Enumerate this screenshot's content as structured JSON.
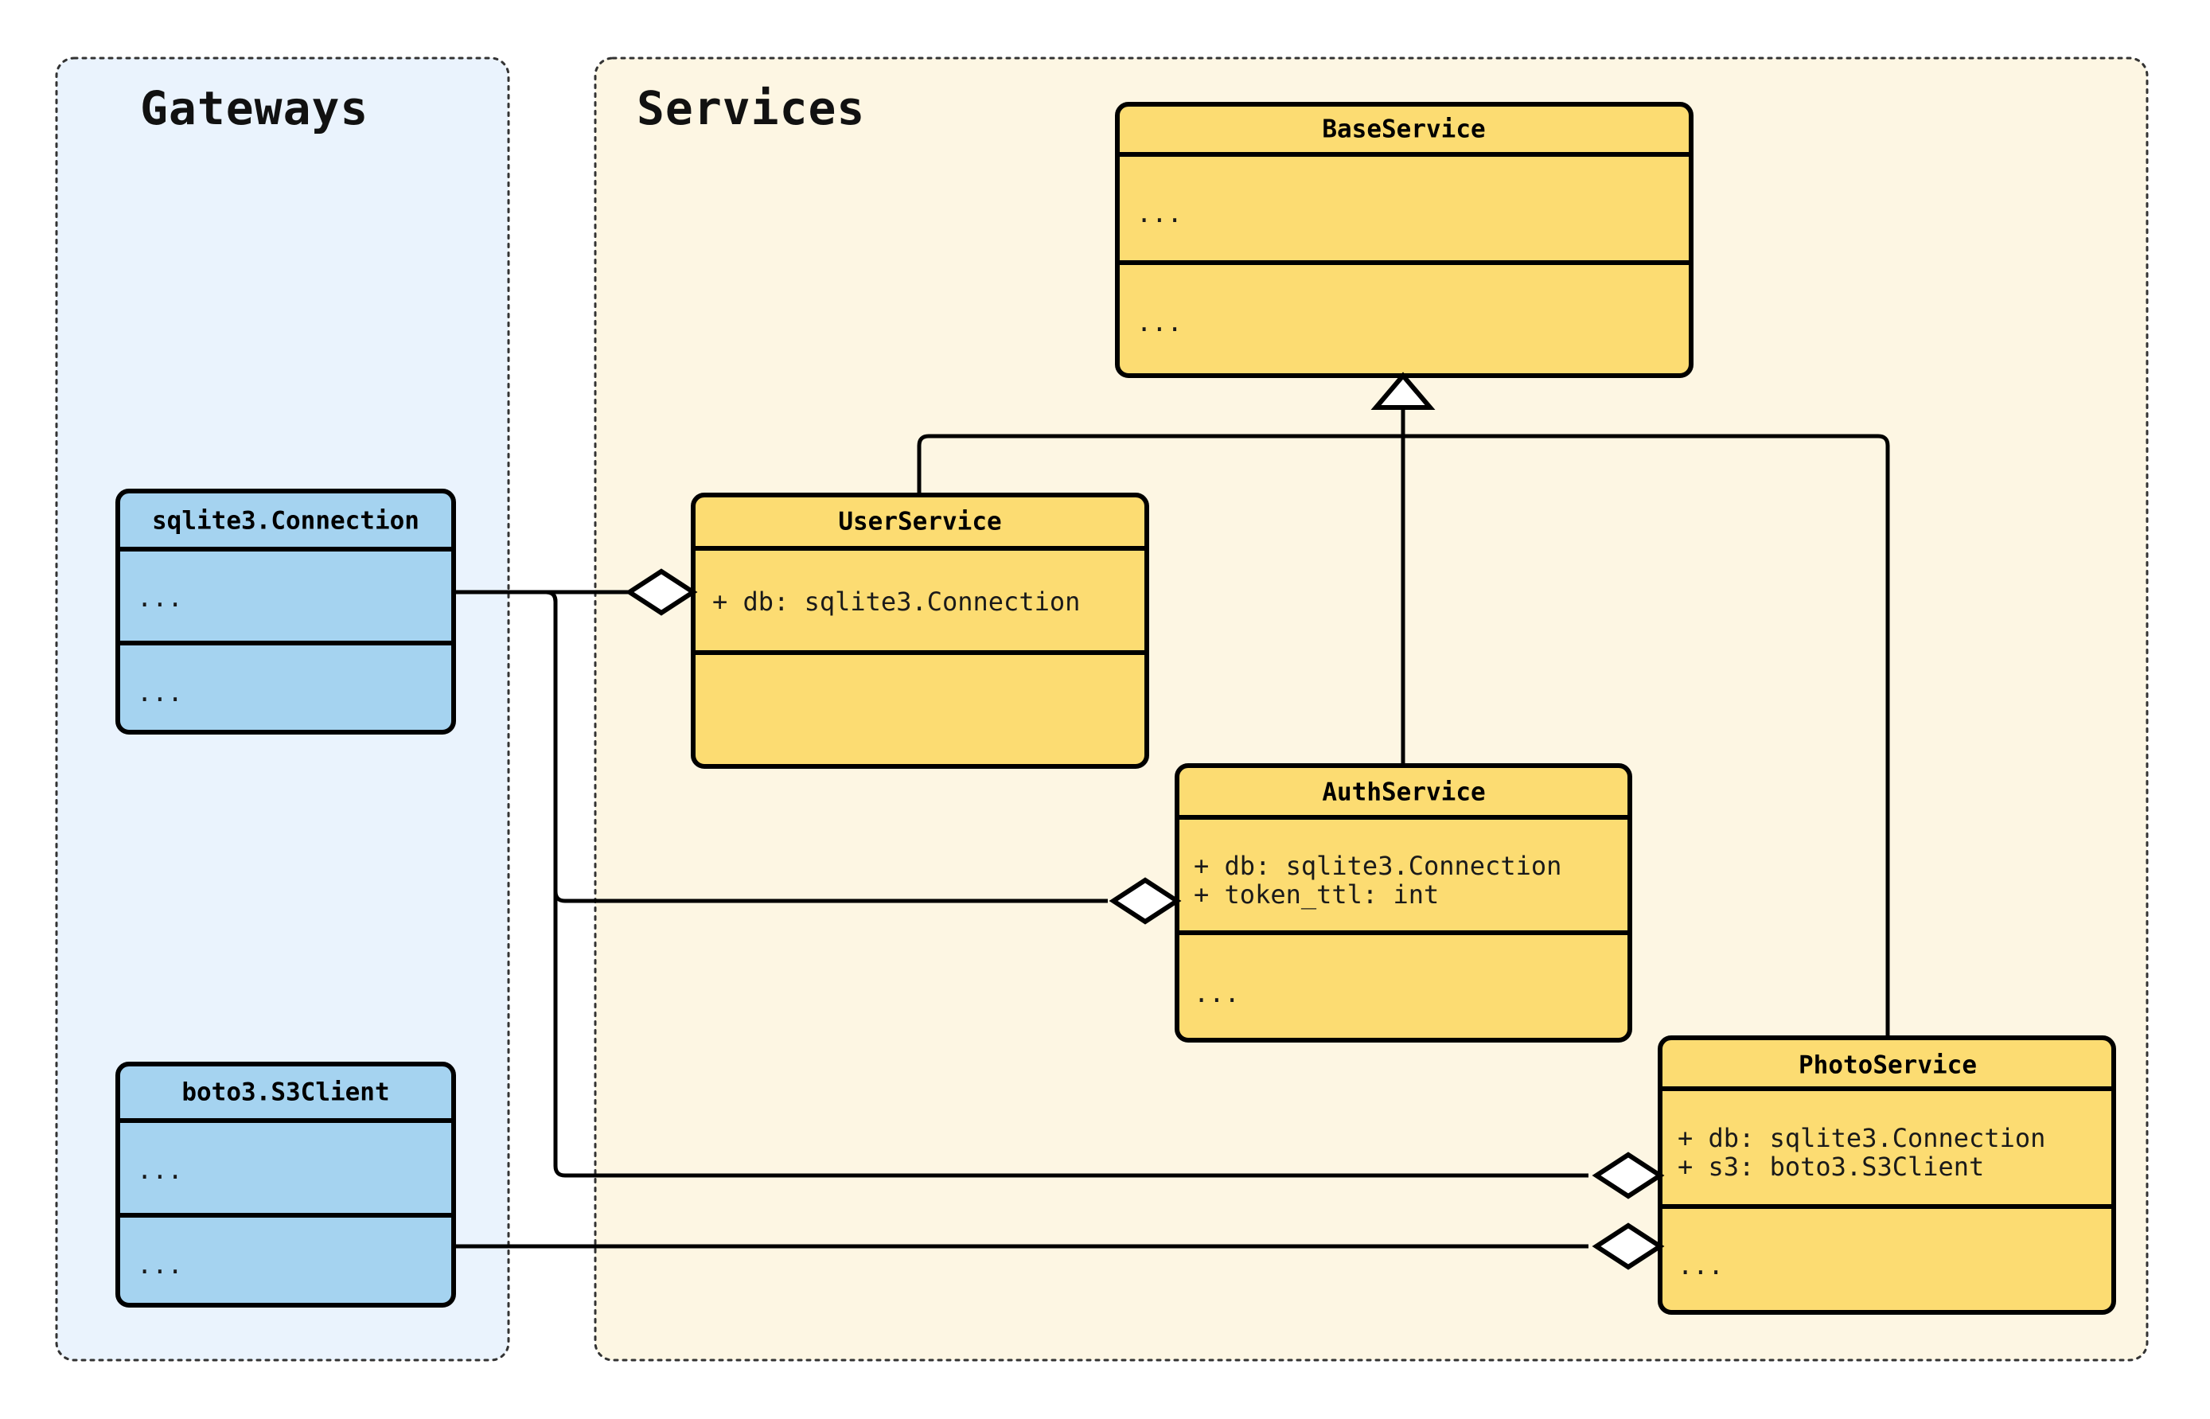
{
  "diagram": {
    "kind": "uml-class-diagram",
    "background": "#ffffff",
    "packages": [
      {
        "id": "gateways",
        "label": "Gateways",
        "fill": "#eaf3fd",
        "border": "#333333"
      },
      {
        "id": "services",
        "label": "Services",
        "fill": "#fdf6e3",
        "border": "#333333"
      }
    ],
    "colors": {
      "service_fill": "#fcdc72",
      "gateway_fill": "#a5d3f0",
      "stroke": "#000000",
      "marker_fill": "#ffffff"
    },
    "classes": [
      {
        "id": "sqlite3_connection",
        "package": "gateways",
        "name": "sqlite3.Connection",
        "attributes": [
          "..."
        ],
        "methods": [
          "..."
        ],
        "fill": "#a5d3f0"
      },
      {
        "id": "boto3_s3client",
        "package": "gateways",
        "name": "boto3.S3Client",
        "attributes": [
          "..."
        ],
        "methods": [
          "..."
        ],
        "fill": "#a5d3f0"
      },
      {
        "id": "baseservice",
        "package": "services",
        "name": "BaseService",
        "attributes": [
          "..."
        ],
        "methods": [
          "..."
        ],
        "fill": "#fcdc72"
      },
      {
        "id": "userservice",
        "package": "services",
        "name": "UserService",
        "attributes": [
          "+ db: sqlite3.Connection"
        ],
        "methods": [],
        "fill": "#fcdc72"
      },
      {
        "id": "authservice",
        "package": "services",
        "name": "AuthService",
        "attributes": [
          "+ db: sqlite3.Connection",
          "+ token_ttl: int"
        ],
        "methods": [
          "..."
        ],
        "fill": "#fcdc72"
      },
      {
        "id": "photoservice",
        "package": "services",
        "name": "PhotoService",
        "attributes": [
          "+ db: sqlite3.Connection",
          "+ s3: boto3.S3Client"
        ],
        "methods": [
          "..."
        ],
        "fill": "#fcdc72"
      }
    ],
    "relations": [
      {
        "id": "rel-user-base",
        "type": "generalization",
        "from": "userservice",
        "to": "baseservice"
      },
      {
        "id": "rel-auth-base",
        "type": "generalization",
        "from": "authservice",
        "to": "baseservice"
      },
      {
        "id": "rel-photo-base",
        "type": "generalization",
        "from": "photoservice",
        "to": "baseservice"
      },
      {
        "id": "rel-user-db",
        "type": "aggregation",
        "from": "sqlite3_connection",
        "to": "userservice"
      },
      {
        "id": "rel-auth-db",
        "type": "aggregation",
        "from": "sqlite3_connection",
        "to": "authservice"
      },
      {
        "id": "rel-photo-db",
        "type": "aggregation",
        "from": "sqlite3_connection",
        "to": "photoservice"
      },
      {
        "id": "rel-photo-s3",
        "type": "aggregation",
        "from": "boto3_s3client",
        "to": "photoservice"
      }
    ]
  }
}
